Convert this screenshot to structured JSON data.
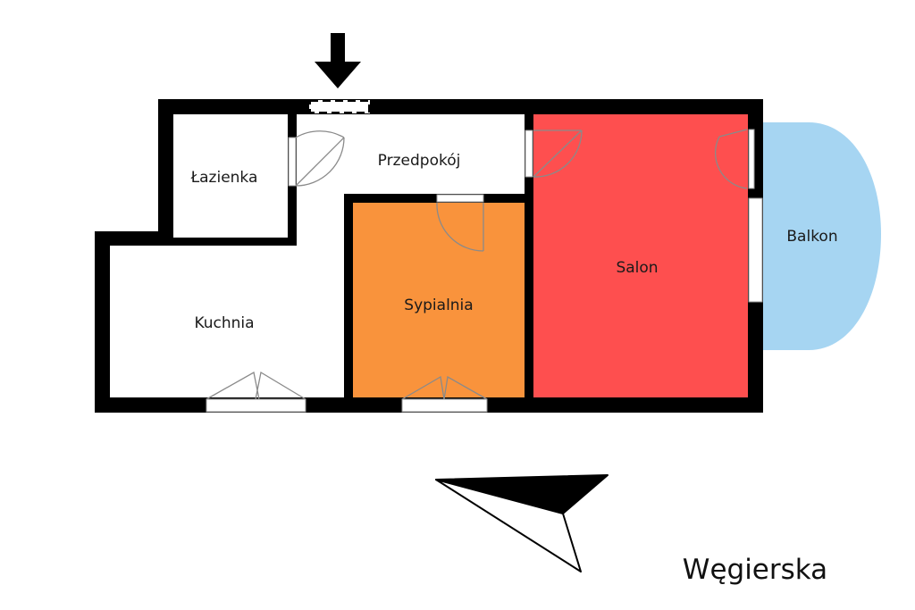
{
  "rooms": {
    "lazienka": "Łazienka",
    "przedpokoj": "Przedpokój",
    "kuchnia": "Kuchnia",
    "sypialnia": "Sypialnia",
    "salon": "Salon",
    "balkon": "Balkon"
  },
  "street": "Węgierska",
  "colors": {
    "wall": "#000000",
    "sypialnia": "#f9933c",
    "salon": "#fe4f4f",
    "balkon": "#a6d5f2",
    "floor": "#ffffff"
  },
  "icons": {
    "entrance": "entrance-arrow-icon",
    "compass": "compass-arrow-icon"
  }
}
